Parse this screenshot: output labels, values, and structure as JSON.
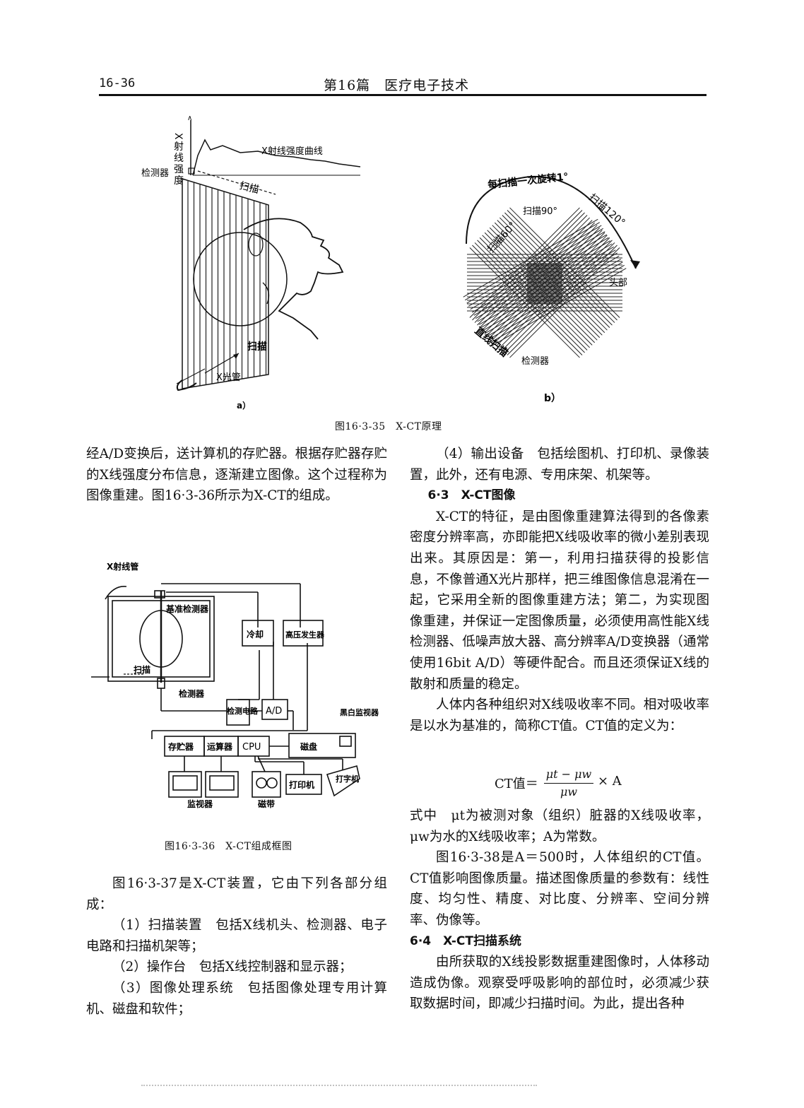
{
  "header": {
    "page_number": "16-36",
    "running_title": "第16篇　医疗电子技术"
  },
  "figure_35": {
    "panel_a": {
      "axis_label": "X射线强度",
      "curve_label": "X射线强度曲线",
      "detector_label": "检测器",
      "scan_top_label": "扫描",
      "scan_bottom_label": "扫描",
      "tube_label": "X光管",
      "panel_tag": "a）"
    },
    "panel_b": {
      "rotation_label": "每扫描一次旋转1°",
      "scan_60": "扫描60°",
      "scan_90": "扫描90°",
      "scan_120": "扫描120°",
      "head_label": "头部",
      "linear_scan_label": "直线扫描",
      "detector_label": "检测器",
      "panel_tag": "b）"
    },
    "caption": "图16·3-35　X-CT原理"
  },
  "left_column": {
    "para1": "经A/D变换后，送计算机的存贮器。根据存贮器存贮的X线强度分布信息，逐渐建立图像。这个过程称为图像重建。图16·3-36所示为X-CT的组成。",
    "para2": "图16·3-37是X-CT装置，它由下列各部分组成：",
    "item1": "（1）扫描装置　包括X线机头、检测器、电子电路和扫描机架等；",
    "item2": "（2）操作台　包括X线控制器和显示器；",
    "item3": "（3）图像处理系统　包括图像处理专用计算机、磁盘和软件；"
  },
  "figure_36": {
    "xray_tube": "X射线管",
    "ref_detector": "基准检测器",
    "scan": "扫描",
    "detector": "检测器",
    "cooling": "冷却",
    "hv_generator": "高压发生器",
    "detect_circuit": "检测电路",
    "ad": "A/D",
    "bw_monitor": "黑白监视器",
    "memory": "存贮器",
    "arithmetic": "运算器",
    "cpu": "CPU",
    "disk": "磁盘",
    "monitor": "监视器",
    "tape": "磁带",
    "printer": "打印机",
    "typewriter": "打字机",
    "caption": "图16·3-36　X-CT组成框图"
  },
  "right_column": {
    "item4": "（4）输出设备　包括绘图机、打印机、录像装置，此外，还有电源、专用床架、机架等。",
    "heading_63": "6·3　X-CT图像",
    "para_63_1": "X-CT的特征，是由图像重建算法得到的各像素密度分辨率高，亦即能把X线吸收率的微小差别表现出来。其原因是：第一，利用扫描获得的投影信息，不像普通X光片那样，把三维图像信息混淆在一起，它采用全新的图像重建方法；第二，为实现图像重建，并保证一定图像质量，必须使用高性能X线检测器、低噪声放大器、高分辨率A/D变换器（通常使用16bit A/D）等硬件配合。而且还须保证X线的散射和质量的稳定。",
    "para_63_2": "人体内各种组织对X线吸收率不同。相对吸收率是以水为基准的，简称CT值。CT值的定义为：",
    "formula": {
      "lhs": "CT值＝",
      "numerator": "μt − μw",
      "denominator": "μw",
      "rhs": "× A"
    },
    "para_63_3": "式中　μt为被测对象（组织）脏器的X线吸收率，μw为水的X线吸收率；A为常数。",
    "para_63_4": "图16·3-38是A＝500时，人体组织的CT值。CT值影响图像质量。描述图像质量的参数有：线性度、均匀性、精度、对比度、分辨率、空间分辨率、伪像等。",
    "heading_64": "6·4　X-CT扫描系统",
    "para_64_1": "由所获取的X线投影数据重建图像时，人体移动造成伪像。观察受呼吸影响的部位时，必须减少获取数据时间，即减少扫描时间。为此，提出各种"
  }
}
